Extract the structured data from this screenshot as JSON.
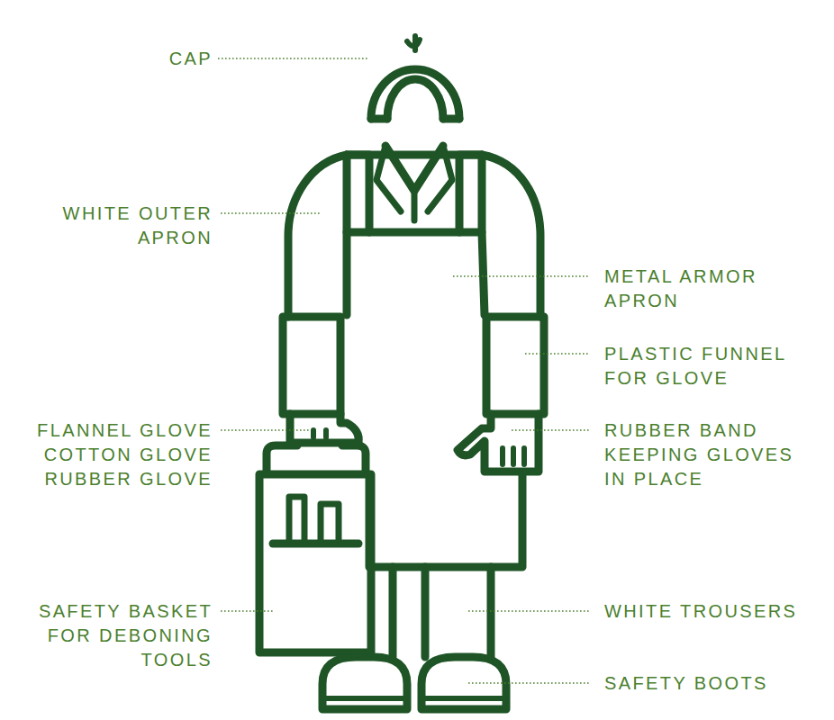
{
  "diagram": {
    "labels": [
      "CAP",
      "WHITE OUTER APRON",
      "METAL ARMOR APRON",
      "PLASTIC FUNNEL FOR GLOVE",
      "FLANNEL GLOVE",
      "COTTON GLOVE",
      "RUBBER GLOVE",
      "RUBBER BAND KEEPING GLOVES IN PLACE",
      "SAFETY BASKET FOR DEBONING TOOLS",
      "WHITE TROUSERS",
      "SAFETY BOOTS"
    ]
  }
}
